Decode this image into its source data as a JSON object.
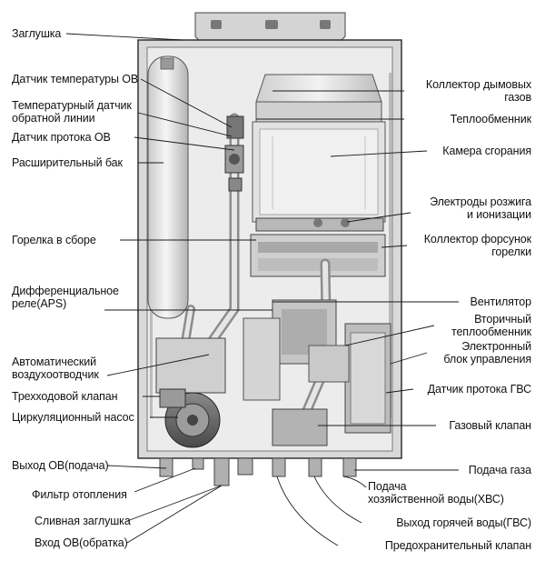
{
  "diagram": {
    "left_labels": [
      {
        "id": "zaglushka",
        "text": "Заглушка"
      },
      {
        "id": "temp-sensor-ov",
        "text": "Датчик температуры ОВ"
      },
      {
        "id": "return-temp-sensor",
        "text": "Температурный датчик\nобратной линии"
      },
      {
        "id": "flow-sensor-ov",
        "text": "Датчик протока ОВ"
      },
      {
        "id": "expansion-tank",
        "text": "Расширительный бак"
      },
      {
        "id": "burner-assembly",
        "text": "Горелка в сборе"
      },
      {
        "id": "aps-relay",
        "text": "Дифференциальное\nреле(APS)"
      },
      {
        "id": "auto-air-vent",
        "text": "Автоматический\nвоздухоотводчик"
      },
      {
        "id": "three-way-valve",
        "text": "Трехходовой клапан"
      },
      {
        "id": "circulation-pump",
        "text": "Циркуляционный насос"
      },
      {
        "id": "heating-outlet",
        "text": "Выход ОВ(подача)"
      },
      {
        "id": "heating-filter",
        "text": "Фильтр отопления"
      },
      {
        "id": "drain-plug",
        "text": "Сливная заглушка"
      },
      {
        "id": "heating-return",
        "text": "Вход ОВ(обратка)"
      }
    ],
    "right_labels": [
      {
        "id": "flue-collector",
        "text": "Коллектор дымовых\nгазов"
      },
      {
        "id": "heat-exchanger",
        "text": "Теплообменник"
      },
      {
        "id": "combustion-chamber",
        "text": "Камера сгорания"
      },
      {
        "id": "ignition-electrodes",
        "text": "Электроды розжига\nи ионизации"
      },
      {
        "id": "nozzle-manifold",
        "text": "Коллектор форсунок\nгорелки"
      },
      {
        "id": "fan",
        "text": "Вентилятор"
      },
      {
        "id": "secondary-exchanger",
        "text": "Вторичный\nтеплообменник"
      },
      {
        "id": "control-unit",
        "text": "Электронный\nблок управления"
      },
      {
        "id": "dhw-flow-sensor",
        "text": "Датчик протока ГВС"
      },
      {
        "id": "gas-valve",
        "text": "Газовый клапан"
      },
      {
        "id": "gas-supply",
        "text": "Подача газа"
      },
      {
        "id": "cold-water-supply",
        "text": "Подача\nхозяйственной воды(ХВС)"
      },
      {
        "id": "hot-water-outlet",
        "text": "Выход горячей воды(ГВС)"
      },
      {
        "id": "safety-valve",
        "text": "Предохранительный клапан"
      }
    ]
  }
}
